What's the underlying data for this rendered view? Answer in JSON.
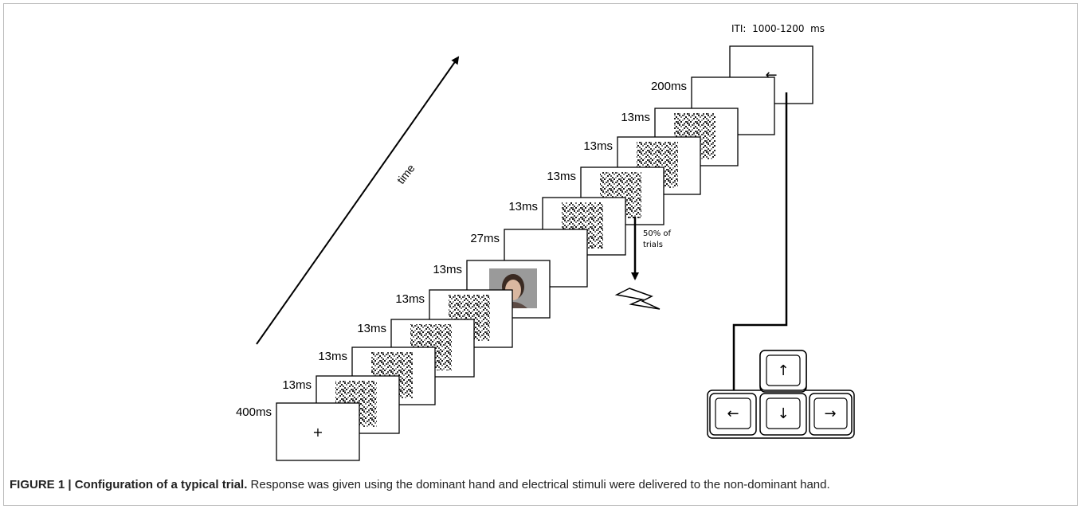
{
  "diagram": {
    "iti_label": "ITI:  1000-1200  ms",
    "time_label": "time",
    "shock_note_line1": "50% of",
    "shock_note_line2": "trials",
    "frames": [
      {
        "duration": "400ms",
        "content": "fixation",
        "symbol": "+"
      },
      {
        "duration": "13ms",
        "content": "noise-mask"
      },
      {
        "duration": "13ms",
        "content": "noise-mask"
      },
      {
        "duration": "13ms",
        "content": "noise-mask"
      },
      {
        "duration": "13ms",
        "content": "noise-mask"
      },
      {
        "duration": "13ms",
        "content": "face"
      },
      {
        "duration": "27ms",
        "content": "blank"
      },
      {
        "duration": "13ms",
        "content": "noise-mask"
      },
      {
        "duration": "13ms",
        "content": "noise-mask"
      },
      {
        "duration": "13ms",
        "content": "noise-mask"
      },
      {
        "duration": "13ms",
        "content": "noise-mask"
      },
      {
        "duration": "200ms",
        "content": "blank"
      },
      {
        "duration": "",
        "content": "response-arrow",
        "symbol": "←"
      }
    ],
    "keys": {
      "up": "↑",
      "left": "←",
      "down": "↓",
      "right": "→"
    }
  },
  "caption": {
    "bold": "FIGURE 1 | Configuration of a typical trial.",
    "text": " Response was given using the dominant hand and electrical stimuli were delivered to the non-dominant hand."
  }
}
